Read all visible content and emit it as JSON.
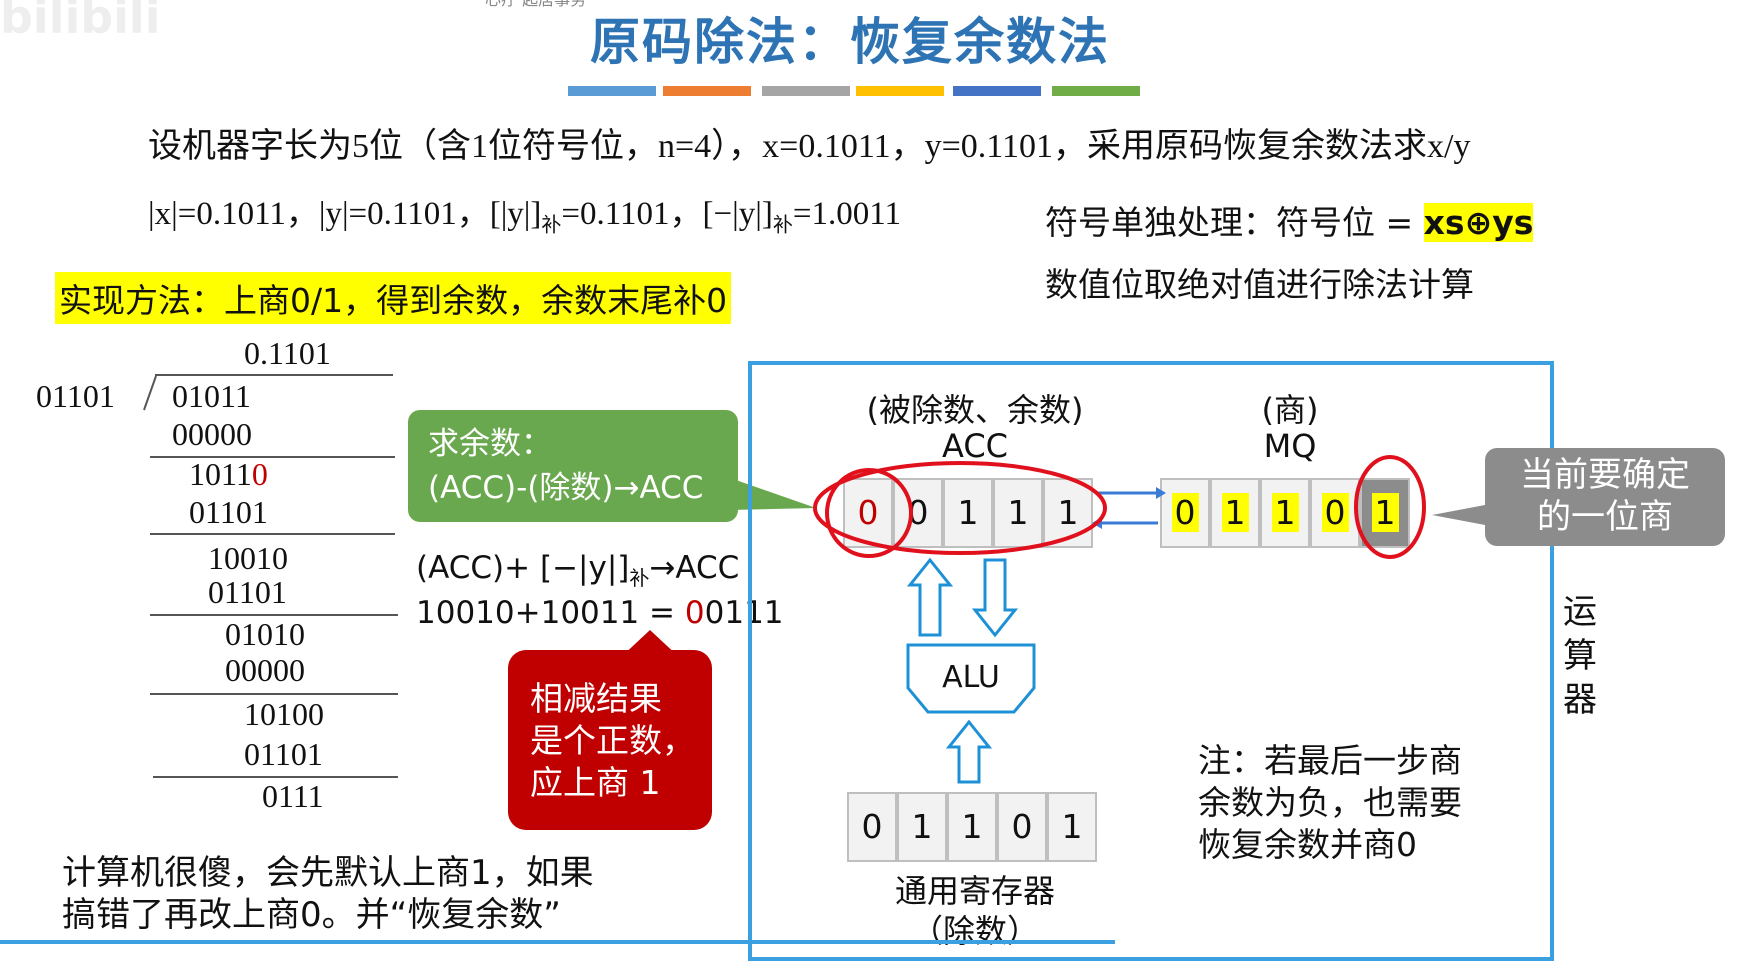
{
  "header": {
    "title": "原码除法：恢复余数法",
    "top_note": "心疗 起居事务",
    "colors": [
      "#5b9bd5",
      "#ed7d31",
      "#a5a5a5",
      "#ffc000",
      "#4472c4",
      "#70ad47"
    ]
  },
  "problem": {
    "line1": "设机器字长为5位（含1位符号位，n=4），x=0.1011，y=0.1101，采用原码恢复余数法求x/y",
    "line2_a": "|x|=0.1011，|y|=0.1101，[|y|]",
    "line2_b": "=0.1101，[−|y|]",
    "line2_c": "=1.0011",
    "sub": "补",
    "method": "实现方法：上商0/1，得到余数，余数末尾补0",
    "sign_prefix": "符号单独处理：符号位 = ",
    "sign_formula": "xs⊕ys",
    "abs_note": "数值位取绝对值进行除法计算"
  },
  "division": {
    "quotient": "0.1101",
    "divisor": "01101",
    "rows": [
      "01011",
      "00000",
      "1011",
      "0",
      "01101",
      "10010",
      "01101",
      "01010",
      "00000",
      "10100",
      "01101",
      "0111"
    ]
  },
  "callouts": {
    "green_line1": "求余数：",
    "green_line2": "(ACC)-(除数)→ACC",
    "op_line1": "(ACC)+ [−|y|]",
    "op_line1_tail": "→ACC",
    "op_line2_a": "10010+10011 = ",
    "op_line2_b": "0",
    "op_line2_c": "0111",
    "red_box": [
      "相减结果",
      "是个正数，",
      "应上商 1"
    ],
    "gray_box": [
      "当前要确定",
      "的一位商"
    ]
  },
  "alu_unit": {
    "acc_label_1": "(被除数、余数)",
    "acc_label_2": "ACC",
    "mq_label_1": "(商)",
    "mq_label_2": "MQ",
    "acc_bits": [
      "0",
      "0",
      "1",
      "1",
      "1"
    ],
    "mq_bits": [
      "0",
      "1",
      "1",
      "0",
      "1"
    ],
    "alu_label": "ALU",
    "reg_bits": [
      "0",
      "1",
      "1",
      "0",
      "1"
    ],
    "reg_label_1": "通用寄存器",
    "reg_label_2": "（除数）",
    "side_label": [
      "运",
      "算",
      "器"
    ],
    "note": [
      "注：若最后一步商",
      "余数为负，也需要",
      "恢复余数并商0"
    ]
  },
  "footer_text": [
    "计算机很傻，会先默认上商1，如果",
    "搞错了再改上商0。并“恢复余数”"
  ]
}
